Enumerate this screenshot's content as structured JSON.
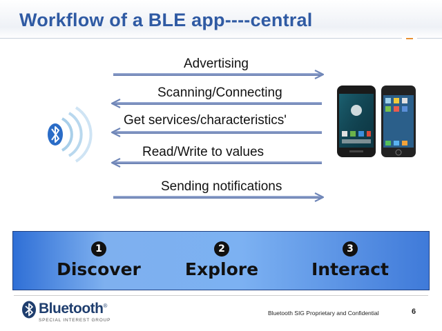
{
  "slide": {
    "title": "Workflow of a BLE app----central",
    "page_number": "6"
  },
  "flows": [
    {
      "label": "Advertising",
      "direction": "right"
    },
    {
      "label": "Scanning/Connecting",
      "direction": "left"
    },
    {
      "label": "Get services/characteristics'",
      "direction": "left"
    },
    {
      "label": "Read/Write to values",
      "direction": "left"
    },
    {
      "label": "Sending notifications",
      "direction": "right"
    }
  ],
  "steps": [
    {
      "number": "1",
      "label": "Discover"
    },
    {
      "number": "2",
      "label": "Explore"
    },
    {
      "number": "3",
      "label": "Interact"
    }
  ],
  "footer": {
    "logo_word": "Bluetooth",
    "logo_mark": "®",
    "logo_subtitle": "SPECIAL INTEREST GROUP",
    "confidential": "Bluetooth SIG Proprietary and Confidential"
  },
  "colors": {
    "title": "#2f5aa3",
    "arrow": "#6f86b8",
    "steps_bar_left": "#2f6fd6",
    "steps_bar_mid": "#7eb0ef",
    "bluetooth_blue": "#2a6cc7",
    "header_accent": "#e89032"
  },
  "icons": [
    "bluetooth-signal-icon",
    "android-phone-icon",
    "iphone-icon",
    "bluetooth-logo-icon"
  ]
}
